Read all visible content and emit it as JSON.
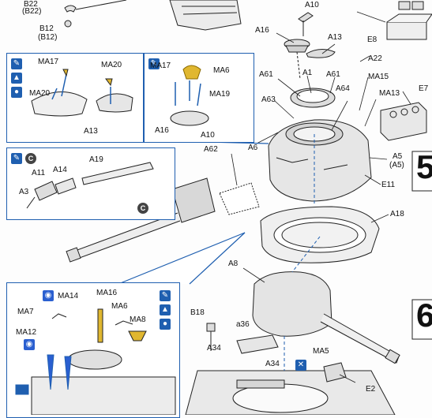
{
  "step_number": "5",
  "next_step_partial": "6",
  "colors": {
    "accent": "#1f5fb0",
    "line": "#222222",
    "glue": "#1f5fb0",
    "part_gray": "#dcdcdc",
    "blue_part": "#2a5fd0",
    "brass": "#e0b730"
  },
  "icons": {
    "glue": "glue-icon",
    "eye": "align-icon",
    "drop": "paint-icon",
    "cement": "cement-icon",
    "cross": "remove-icon",
    "pe": "photo-etch-icon",
    "c": "C"
  },
  "labels": {
    "b22": "B22",
    "b22p": "(B22)",
    "b12": "B12",
    "b12p": "(B12)",
    "a10_top": "A10",
    "a16": "A16",
    "a13": "A13",
    "e8": "E8",
    "a22": "A22",
    "a61a": "A61",
    "a61b": "A61",
    "a1": "A1",
    "ma15": "MA15",
    "ma13": "MA13",
    "e7": "E7",
    "a63": "A63",
    "a64": "A64",
    "a62": "A62",
    "a6": "A6",
    "a5": "A5",
    "a5p": "(A5)",
    "e11": "E11",
    "a18": "A18",
    "a8": "A8",
    "b18": "B18",
    "a36": "a36",
    "a34a": "A34",
    "a34b": "A34",
    "ma5": "MA5",
    "e2": "E2",
    "p1_ma17": "MA17",
    "p1_ma20a": "MA20",
    "p1_ma20b": "MA20",
    "p1_a13": "A13",
    "p2_ma17": "MA17",
    "p2_ma6": "MA6",
    "p2_ma19": "MA19",
    "p2_a16": "A16",
    "p2_a10": "A10",
    "p3_a11": "A11",
    "p3_a14": "A14",
    "p3_a19": "A19",
    "p3_a3": "A3",
    "p4_ma14": "MA14",
    "p4_ma16": "MA16",
    "p4_ma7": "MA7",
    "p4_ma6": "MA6",
    "p4_ma8": "MA8",
    "p4_ma12": "MA12"
  }
}
